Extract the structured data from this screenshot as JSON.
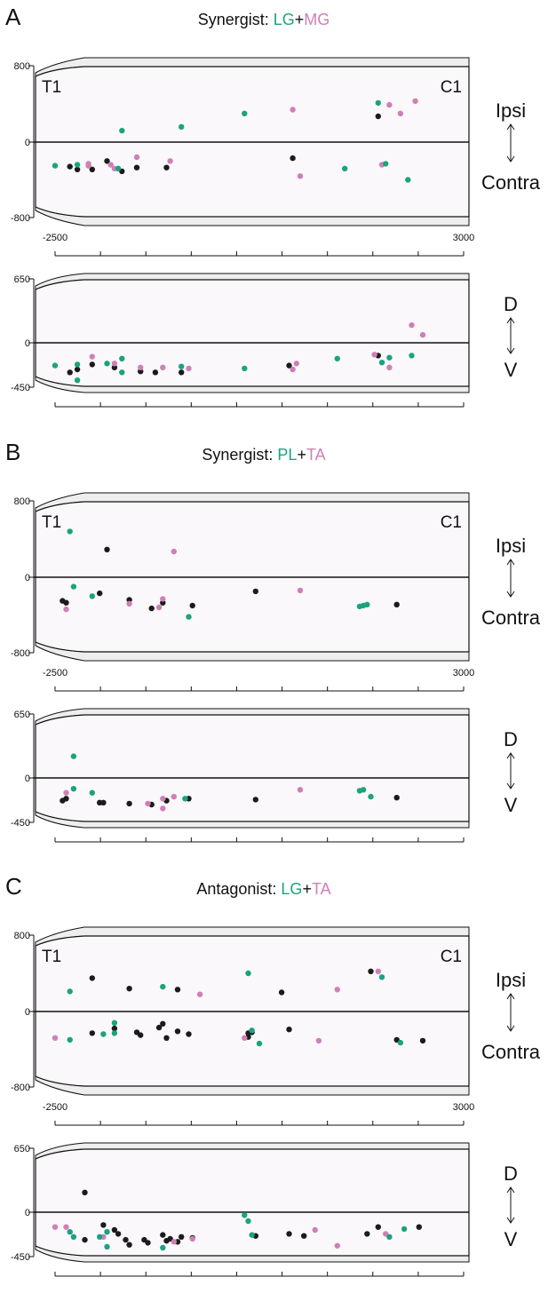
{
  "colors": {
    "green": "#1aa37f",
    "pink": "#d07fb6",
    "black": "#1b1b1b",
    "cord_fill": "#fbf8fb",
    "cap_fill": "#eeeeee"
  },
  "chart_data": [
    {
      "type": "scatter",
      "panel": "A",
      "title": {
        "prefix": "Synergist: ",
        "a": "LG",
        "plus": "+",
        "b": "MG"
      },
      "series": [
        {
          "name": "LG",
          "color": "green"
        },
        {
          "name": "MG",
          "color": "pink"
        },
        {
          "name": "",
          "color": "black"
        }
      ],
      "top": {
        "ylim": [
          -800,
          800
        ],
        "yticks": [
          "800",
          "0",
          "-800"
        ],
        "xlim": [
          -2500,
          3000
        ],
        "xticks": [
          "-2500",
          "3000"
        ],
        "left_label": "T1",
        "right_label": "C1",
        "axis_up": "Ipsi",
        "axis_down": "Contra",
        "points": {
          "green": [
            [
              -2500,
              -250
            ],
            [
              -2200,
              -240
            ],
            [
              -1600,
              120
            ],
            [
              -1650,
              -280
            ],
            [
              -800,
              160
            ],
            [
              50,
              300
            ],
            [
              1400,
              -280
            ],
            [
              1850,
              410
            ],
            [
              1950,
              -230
            ],
            [
              2250,
              -400
            ]
          ],
          "pink": [
            [
              -2050,
              -250
            ],
            [
              -2050,
              -230
            ],
            [
              -1750,
              -240
            ],
            [
              -1700,
              -280
            ],
            [
              -1400,
              -160
            ],
            [
              -950,
              -200
            ],
            [
              700,
              340
            ],
            [
              800,
              -360
            ],
            [
              1900,
              -240
            ],
            [
              2000,
              390
            ],
            [
              2150,
              300
            ],
            [
              2350,
              430
            ]
          ],
          "black": [
            [
              -2300,
              -260
            ],
            [
              -2200,
              -290
            ],
            [
              -2000,
              -290
            ],
            [
              -1800,
              -200
            ],
            [
              -1600,
              -310
            ],
            [
              -1400,
              -270
            ],
            [
              -1000,
              -270
            ],
            [
              700,
              -170
            ],
            [
              1850,
              270
            ]
          ]
        }
      },
      "bottom": {
        "ylim": [
          -450,
          650
        ],
        "yticks": [
          "650",
          "0",
          "-450"
        ],
        "axis_up": "D",
        "axis_down": "V",
        "points": {
          "green": [
            [
              -2500,
              -230
            ],
            [
              -2200,
              -220
            ],
            [
              -2200,
              -380
            ],
            [
              -1800,
              -210
            ],
            [
              -1600,
              -160
            ],
            [
              -1600,
              -300
            ],
            [
              -800,
              -240
            ],
            [
              50,
              -260
            ],
            [
              1300,
              -160
            ],
            [
              1900,
              -200
            ],
            [
              2000,
              -150
            ],
            [
              2300,
              -130
            ]
          ],
          "pink": [
            [
              -2000,
              -140
            ],
            [
              -1700,
              -210
            ],
            [
              -1350,
              -250
            ],
            [
              -1050,
              -250
            ],
            [
              -700,
              -260
            ],
            [
              700,
              -270
            ],
            [
              750,
              -210
            ],
            [
              1800,
              -120
            ],
            [
              2000,
              -250
            ],
            [
              2300,
              180
            ],
            [
              2450,
              80
            ]
          ],
          "black": [
            [
              -2300,
              -300
            ],
            [
              -2200,
              -270
            ],
            [
              -2000,
              -220
            ],
            [
              -1700,
              -250
            ],
            [
              -1350,
              -290
            ],
            [
              -1150,
              -300
            ],
            [
              -800,
              -300
            ],
            [
              650,
              -230
            ],
            [
              1850,
              -130
            ]
          ]
        }
      }
    },
    {
      "type": "scatter",
      "panel": "B",
      "title": {
        "prefix": "Synergist: ",
        "a": "PL",
        "plus": "+",
        "b": "TA"
      },
      "series": [
        {
          "name": "PL",
          "color": "green"
        },
        {
          "name": "TA",
          "color": "pink"
        },
        {
          "name": "",
          "color": "black"
        }
      ],
      "top": {
        "ylim": [
          -800,
          800
        ],
        "yticks": [
          "800",
          "0",
          "-800"
        ],
        "xlim": [
          -2500,
          3000
        ],
        "xticks": [
          "-2500",
          "3000"
        ],
        "left_label": "T1",
        "right_label": "C1",
        "axis_up": "Ipsi",
        "axis_down": "Contra",
        "points": {
          "green": [
            [
              -2300,
              480
            ],
            [
              -2250,
              -100
            ],
            [
              -2000,
              -200
            ],
            [
              -700,
              -420
            ],
            [
              1600,
              -310
            ],
            [
              1650,
              -300
            ],
            [
              1700,
              -290
            ]
          ],
          "pink": [
            [
              -2350,
              -340
            ],
            [
              -1500,
              -280
            ],
            [
              -1100,
              -320
            ],
            [
              -1050,
              -230
            ],
            [
              -900,
              270
            ],
            [
              800,
              -140
            ]
          ],
          "black": [
            [
              -2400,
              -250
            ],
            [
              -2350,
              -270
            ],
            [
              -1800,
              290
            ],
            [
              -1900,
              -170
            ],
            [
              -1500,
              -240
            ],
            [
              -1200,
              -330
            ],
            [
              -1050,
              -270
            ],
            [
              -650,
              -300
            ],
            [
              200,
              -150
            ],
            [
              2100,
              -290
            ]
          ]
        }
      },
      "bottom": {
        "ylim": [
          -450,
          650
        ],
        "yticks": [
          "650",
          "0",
          "-450"
        ],
        "axis_up": "D",
        "axis_down": "V",
        "points": {
          "green": [
            [
              -2250,
              220
            ],
            [
              -2250,
              -110
            ],
            [
              -2000,
              -150
            ],
            [
              -750,
              -210
            ],
            [
              1600,
              -130
            ],
            [
              1650,
              -120
            ],
            [
              1750,
              -190
            ]
          ],
          "pink": [
            [
              -2350,
              -150
            ],
            [
              -1250,
              -260
            ],
            [
              -1050,
              -310
            ],
            [
              -1050,
              -210
            ],
            [
              -900,
              -190
            ],
            [
              800,
              -120
            ]
          ],
          "black": [
            [
              -2400,
              -230
            ],
            [
              -2350,
              -210
            ],
            [
              -1900,
              -250
            ],
            [
              -1850,
              -250
            ],
            [
              -1500,
              -260
            ],
            [
              -1200,
              -270
            ],
            [
              -1000,
              -230
            ],
            [
              -700,
              -210
            ],
            [
              200,
              -220
            ],
            [
              2100,
              -200
            ]
          ]
        }
      }
    },
    {
      "type": "scatter",
      "panel": "C",
      "title": {
        "prefix": "Antagonist: ",
        "a": "LG",
        "plus": "+",
        "b": "TA"
      },
      "series": [
        {
          "name": "LG",
          "color": "green"
        },
        {
          "name": "TA",
          "color": "pink"
        },
        {
          "name": "",
          "color": "black"
        }
      ],
      "top": {
        "ylim": [
          -800,
          800
        ],
        "yticks": [
          "800",
          "0",
          "-800"
        ],
        "xlim": [
          -2500,
          3000
        ],
        "xticks": [
          "-2500",
          "3000"
        ],
        "left_label": "T1",
        "right_label": "C1",
        "axis_up": "Ipsi",
        "axis_down": "Contra",
        "points": {
          "green": [
            [
              -2300,
              210
            ],
            [
              -2300,
              -300
            ],
            [
              -1850,
              -240
            ],
            [
              -1700,
              -120
            ],
            [
              -1700,
              -230
            ],
            [
              -1050,
              260
            ],
            [
              100,
              400
            ],
            [
              150,
              -200
            ],
            [
              250,
              -340
            ],
            [
              1900,
              360
            ],
            [
              2150,
              -330
            ]
          ],
          "pink": [
            [
              -2500,
              -280
            ],
            [
              -550,
              180
            ],
            [
              50,
              -280
            ],
            [
              1050,
              -310
            ],
            [
              1300,
              230
            ],
            [
              1850,
              420
            ]
          ],
          "black": [
            [
              -2000,
              350
            ],
            [
              -1500,
              240
            ],
            [
              -1350,
              -250
            ],
            [
              -1100,
              -170
            ],
            [
              -1050,
              -130
            ],
            [
              -1000,
              -280
            ],
            [
              -850,
              230
            ],
            [
              -850,
              -210
            ],
            [
              -700,
              -240
            ],
            [
              100,
              -230
            ],
            [
              100,
              -270
            ],
            [
              150,
              -220
            ],
            [
              550,
              200
            ],
            [
              650,
              -190
            ],
            [
              1750,
              420
            ],
            [
              2100,
              -300
            ],
            [
              2450,
              -310
            ],
            [
              -2000,
              -230
            ],
            [
              -1700,
              -180
            ],
            [
              -1400,
              -220
            ]
          ]
        }
      },
      "bottom": {
        "ylim": [
          -450,
          650
        ],
        "yticks": [
          "650",
          "0",
          "-450"
        ],
        "axis_up": "D",
        "axis_down": "V",
        "points": {
          "green": [
            [
              -2300,
              -200
            ],
            [
              -2250,
              -250
            ],
            [
              -1900,
              -250
            ],
            [
              -1800,
              -200
            ],
            [
              -1800,
              -350
            ],
            [
              -1050,
              -360
            ],
            [
              50,
              -30
            ],
            [
              100,
              -90
            ],
            [
              150,
              -230
            ],
            [
              2000,
              -250
            ],
            [
              2200,
              -170
            ]
          ],
          "pink": [
            [
              -2500,
              -150
            ],
            [
              -2350,
              -150
            ],
            [
              -1850,
              -250
            ],
            [
              -900,
              -300
            ],
            [
              -650,
              -270
            ],
            [
              1000,
              -180
            ],
            [
              1300,
              -340
            ],
            [
              1950,
              -220
            ]
          ],
          "black": [
            [
              -2100,
              200
            ],
            [
              -2100,
              -280
            ],
            [
              -1850,
              -130
            ],
            [
              -1700,
              -180
            ],
            [
              -1650,
              -220
            ],
            [
              -1550,
              -280
            ],
            [
              -1500,
              -330
            ],
            [
              -1300,
              -280
            ],
            [
              -1250,
              -310
            ],
            [
              -1050,
              -230
            ],
            [
              -1000,
              -290
            ],
            [
              -950,
              -270
            ],
            [
              -850,
              -300
            ],
            [
              -800,
              -250
            ],
            [
              -650,
              -260
            ],
            [
              200,
              -240
            ],
            [
              650,
              -220
            ],
            [
              850,
              -240
            ],
            [
              1700,
              -220
            ],
            [
              1850,
              -150
            ],
            [
              2400,
              -150
            ]
          ]
        }
      }
    }
  ]
}
